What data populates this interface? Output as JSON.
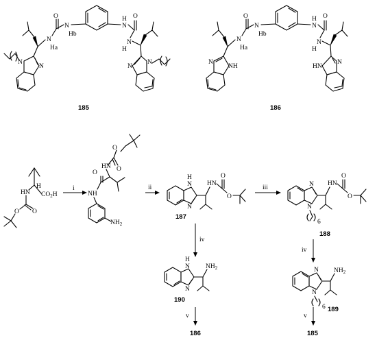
{
  "atoms": {
    "N": "N",
    "H": "H",
    "O": "O",
    "NH": "NH",
    "HN": "HN",
    "Ha": "Ha",
    "Hb": "Hb",
    "NH2": "NH",
    "HN_boc": "HN",
    "CO2H": "CO",
    "sub2": "2",
    "chain6": "6"
  },
  "compounds": {
    "c185_top": "185",
    "c186_top": "186",
    "c187": "187",
    "c188": "188",
    "c189": "189",
    "c190": "190",
    "c186_bottom": "186",
    "c185_bottom": "185"
  },
  "steps": {
    "i": "i",
    "ii": "ii",
    "iii": "iii",
    "iv_left": "iv",
    "iv_right": "iv",
    "v_left": "v",
    "v_right": "v"
  }
}
